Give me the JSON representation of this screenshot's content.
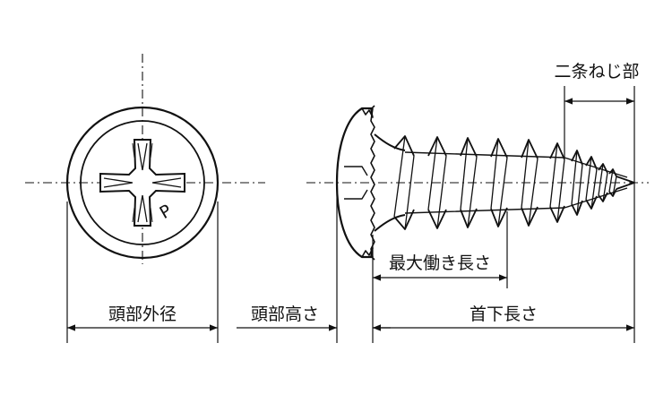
{
  "title": "Self-tapping pan head screw (Phillips) dimension drawing",
  "labels": {
    "double_thread": "二条ねじ部",
    "max_effective_length": "最大働き長さ",
    "head_outer_diameter": "頭部外径",
    "head_height": "頭部高さ",
    "neck_length": "首下長さ",
    "p_mark": "P"
  },
  "colors": {
    "line": "#111111",
    "background": "#ffffff"
  }
}
